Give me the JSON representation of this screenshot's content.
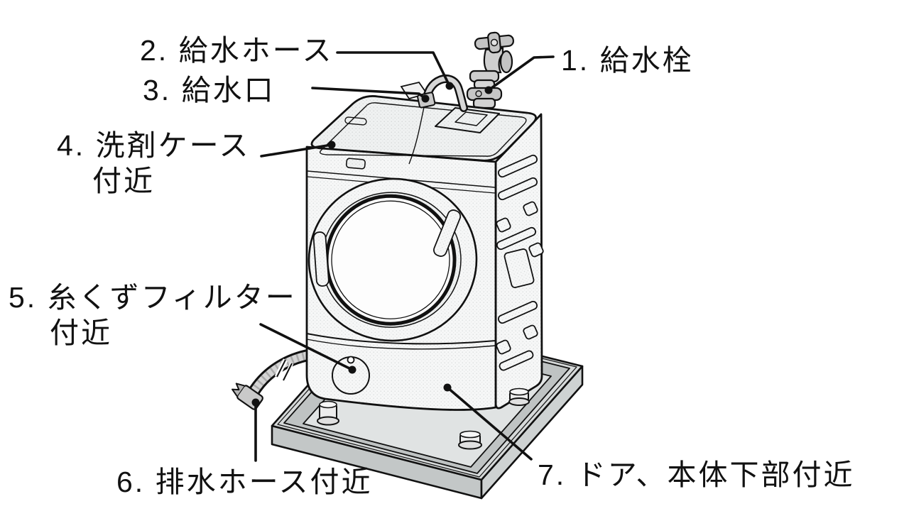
{
  "diagram": {
    "labels": {
      "l1": "1. 給水栓",
      "l2": "2. 給水ホース",
      "l3": "3. 給水口",
      "l4": {
        "line1": "4. 洗剤ケース",
        "line2": "付近"
      },
      "l5": {
        "line1": "5. 糸くずフィルター",
        "line2": "付近"
      },
      "l6": "6. 排水ホース付近",
      "l7": "7. ドア、本体下部付近"
    },
    "colors": {
      "ink": "#111111",
      "background": "#ffffff",
      "machine_surface": "#f5f6f6",
      "machine_top_surface": "#eff0f0",
      "metal_gray": "#c9c9c9",
      "drain_pan_gray": "#d6d9d9"
    },
    "illustration_parts": [
      "faucet",
      "supply-hose",
      "water-inlet",
      "detergent-case-lid",
      "control-panel",
      "door",
      "drum-window",
      "lint-filter-cap",
      "drain-hose",
      "drain-pan",
      "adjustable-foot",
      "side-vents"
    ]
  }
}
